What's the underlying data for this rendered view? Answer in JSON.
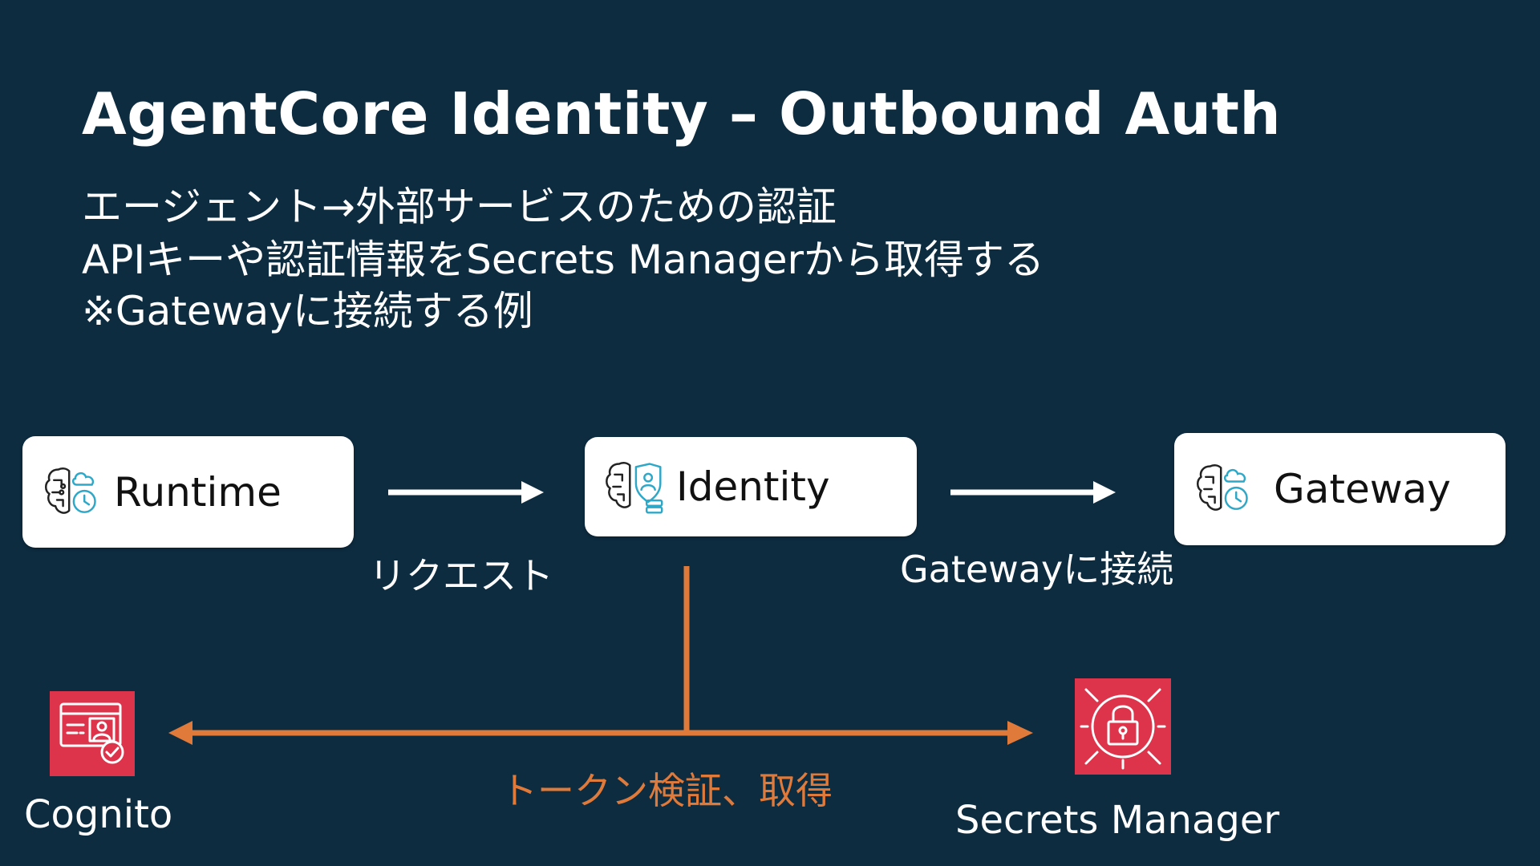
{
  "slide": {
    "title": "AgentCore Identity – Outbound Auth",
    "subtitle_lines": [
      "エージェント→外部サービスのための認証",
      "APIキーや認証情報をSecrets Managerから取得する",
      "※Gatewayに接続する例"
    ]
  },
  "nodes": [
    {
      "id": "runtime",
      "label": "Runtime",
      "icon": "agentcore-runtime-icon"
    },
    {
      "id": "identity",
      "label": "Identity",
      "icon": "agentcore-identity-icon"
    },
    {
      "id": "gateway",
      "label": "Gateway",
      "icon": "agentcore-gateway-icon"
    }
  ],
  "edges": [
    {
      "from": "runtime",
      "to": "identity",
      "label": "リクエスト"
    },
    {
      "from": "identity",
      "to": "gateway",
      "label": "Gatewayに接続"
    },
    {
      "from": "identity",
      "to": [
        "cognito",
        "secrets_manager"
      ],
      "label": "トークン検証、取得"
    }
  ],
  "services": [
    {
      "id": "cognito",
      "label": "Cognito",
      "icon": "cognito-icon"
    },
    {
      "id": "secrets_manager",
      "label": "Secrets Manager",
      "icon": "secrets-manager-icon"
    }
  ],
  "colors": {
    "background": "#0d2c40",
    "text": "#ffffff",
    "node_fill": "#ffffff",
    "accent_orange": "#e07a3a",
    "service_red": "#dd344c",
    "icon_teal": "#2fa8c8"
  }
}
